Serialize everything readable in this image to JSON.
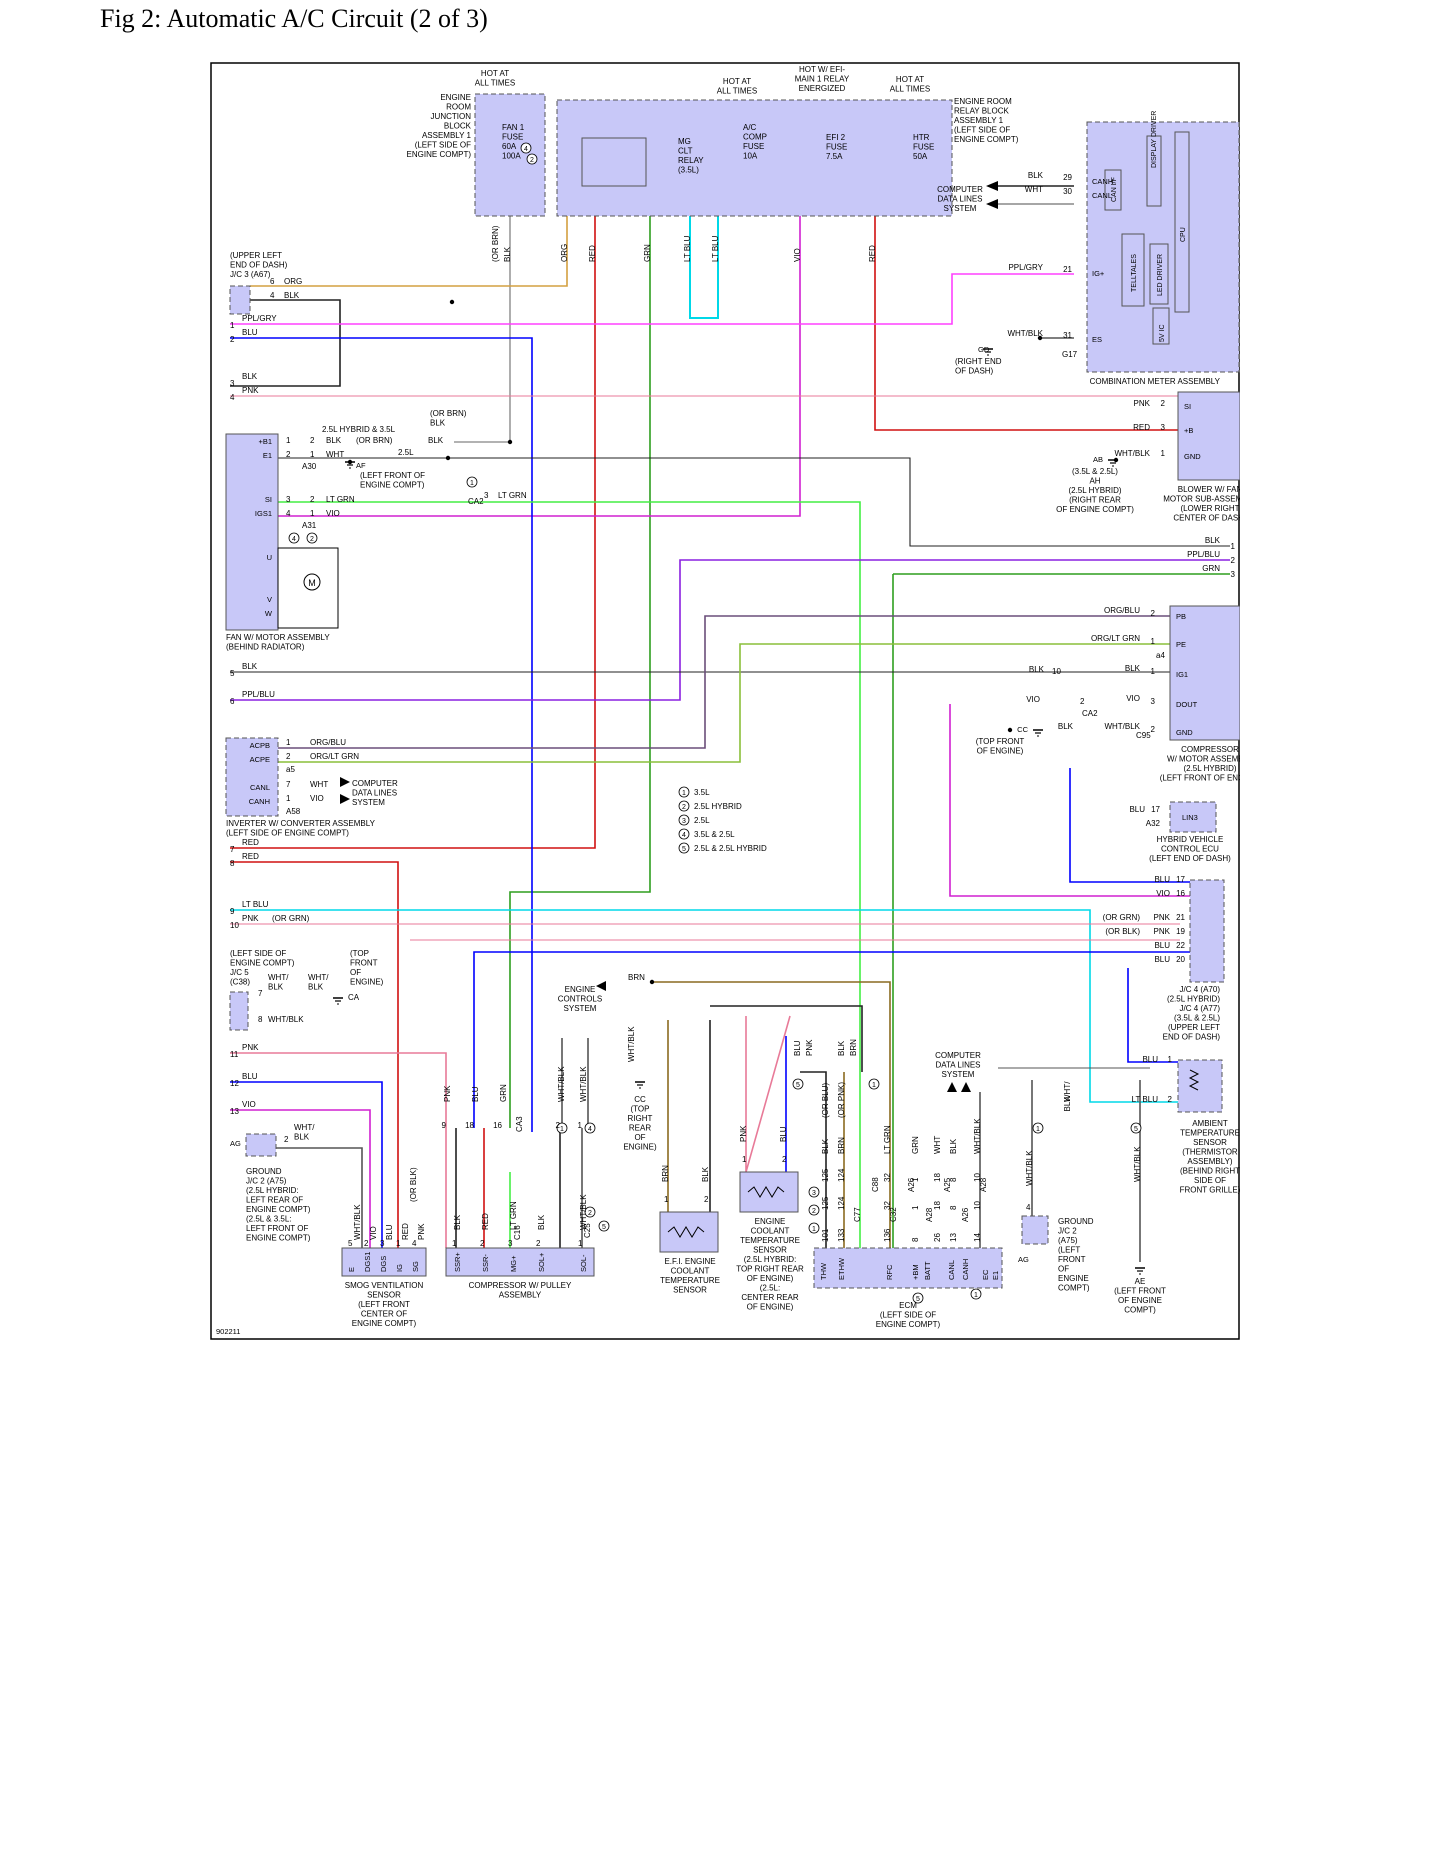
{
  "page_title": "Fig 2: Automatic A/C Circuit (2 of 3)",
  "diagram_id": "902211",
  "hot_labels": {
    "hot_all_times_left": [
      "HOT AT",
      "ALL TIMES"
    ],
    "hot_all_times_mid": [
      "HOT AT",
      "ALL TIMES"
    ],
    "hot_efi": [
      "HOT W/ EFI-",
      "MAIN 1 RELAY",
      "ENERGIZED"
    ],
    "hot_all_times_right": [
      "HOT AT",
      "ALL TIMES"
    ]
  },
  "junction_block": [
    "ENGINE",
    "ROOM",
    "JUNCTION",
    "BLOCK",
    "ASSEMBLY 1",
    "(LEFT SIDE OF",
    "ENGINE COMPT)"
  ],
  "relay_block": [
    "ENGINE ROOM",
    "RELAY BLOCK",
    "ASSEMBLY 1",
    "(LEFT SIDE OF",
    "ENGINE COMPT)"
  ],
  "fuses": {
    "fan1": [
      "FAN 1",
      "FUSE",
      "60A",
      "100A"
    ],
    "mg_relay": [
      "MG",
      "CLT",
      "RELAY",
      "(3.5L)"
    ],
    "ac_comp": [
      "A/C",
      "COMP",
      "FUSE",
      "10A"
    ],
    "efi2": [
      "EFI 2",
      "FUSE",
      "7.5A"
    ],
    "htr": [
      "HTR",
      "FUSE",
      "50A"
    ]
  },
  "wire_colors": {
    "ORG": "#d4a040",
    "RED": "#d01010",
    "GRN": "#2e9e1f",
    "LTBLU": "#00d8e8",
    "VIO": "#d020d0",
    "BLK": "#222222",
    "BLU": "#0000ff",
    "PPLGRY": "#ff40ff",
    "PNK": "#e87a98",
    "LTGRN": "#44ee44",
    "BRN": "#8a6a20",
    "ORGBLU": "#6a4e7a",
    "ORGLTGRN": "#8abf3a",
    "PPLBLU": "#8a20e0",
    "WHT": "#888888",
    "WHTBLK": "#555555",
    "GRAY": "#999999"
  },
  "top_wire_labels": [
    "(OR BRN)",
    "BLK",
    "ORG",
    "RED",
    "GRN",
    "LT BLU",
    "LT BLU",
    "VIO",
    "RED"
  ],
  "combination_meter": {
    "title": "COMBINATION METER ASSEMBLY",
    "blocks": [
      "DISPLAY DRIVER",
      "CAN I/F",
      "CPU",
      "TELLTALES",
      "LED DRIVER",
      "5V IC"
    ],
    "pins": [
      {
        "name": "CANH",
        "num": "29",
        "color": "BLK"
      },
      {
        "name": "CANL",
        "num": "30",
        "color": "WHT"
      },
      {
        "name": "IG+",
        "num": "21",
        "color": "PPL/GRY"
      },
      {
        "name": "ES",
        "num": "31",
        "color": "WHT/BLK"
      }
    ],
    "comp_data": [
      "COMPUTER",
      "DATA LINES",
      "SYSTEM"
    ],
    "ground": [
      "GD",
      "(RIGHT END",
      "OF DASH)"
    ],
    "g17": "G17"
  },
  "jc3": {
    "label": [
      "(UPPER LEFT",
      "END OF DASH)",
      "J/C 3 (A67)"
    ],
    "pins": [
      {
        "num": "6",
        "color": "ORG"
      },
      {
        "num": "4",
        "color": "BLK"
      }
    ]
  },
  "left_lines": [
    {
      "num": "1",
      "color": "PPL/GRY"
    },
    {
      "num": "2",
      "color": "BLU"
    },
    {
      "num": "3",
      "color": "BLK"
    },
    {
      "num": "4",
      "color": "PNK"
    },
    {
      "num": "5",
      "color": "BLK"
    },
    {
      "num": "6",
      "color": "PPL/BLU"
    },
    {
      "num": "7",
      "color": "RED"
    },
    {
      "num": "8",
      "color": "RED"
    },
    {
      "num": "9",
      "color": "LT BLU"
    },
    {
      "num": "10",
      "color": "PNK",
      "alt": "(OR GRN)"
    },
    {
      "num": "11",
      "color": "PNK"
    },
    {
      "num": "12",
      "color": "BLU"
    },
    {
      "num": "13",
      "color": "VIO"
    }
  ],
  "fan_motor": {
    "title": [
      "FAN W/ MOTOR ASSEMBLY",
      "(BEHIND RADIATOR)"
    ],
    "pins": [
      "+B1",
      "E1",
      "SI",
      "IGS1",
      "U",
      "V",
      "W"
    ],
    "a30": "A30",
    "a31": "A31",
    "af": [
      "AF",
      "(LEFT FRONT OF",
      "ENGINE COMPT)"
    ],
    "hybrid_note": "2.5L HYBRID & 3.5L",
    "wires": [
      "BLK",
      "(OR BRN)",
      "WHT",
      "2.5L",
      "LT GRN",
      "VIO"
    ],
    "or_brn_blk": [
      "(OR BRN)",
      "BLK"
    ],
    "ca2": "CA2",
    "ltgrn_3": "LT GRN"
  },
  "blower": {
    "title": [
      "BLOWER W/ FAN",
      "MOTOR SUB-ASSEMBLY",
      "(LOWER RIGHT",
      "CENTER OF DASH)"
    ],
    "pins": [
      {
        "name": "SI",
        "num": "2",
        "color": "PNK"
      },
      {
        "name": "+B",
        "num": "3",
        "color": "RED"
      },
      {
        "name": "GND",
        "num": "1",
        "color": "WHT/BLK"
      }
    ],
    "ground": [
      "AB",
      "(3.5L & 2.5L)",
      "AH",
      "(2.5L HYBRID)",
      "(RIGHT REAR",
      "OF ENGINE COMPT)"
    ]
  },
  "right_lines": [
    {
      "num": "1",
      "color": "BLK"
    },
    {
      "num": "2",
      "color": "PPL/BLU"
    },
    {
      "num": "3",
      "color": "GRN"
    }
  ],
  "compressor_motor": {
    "title": [
      "COMPRESSOR",
      "W/ MOTOR ASSEMBLY",
      "(2.5L HYBRID)",
      "(LEFT FRONT OF ENGINE)"
    ],
    "pins": [
      {
        "name": "PB",
        "num": "2",
        "color": "ORG/BLU"
      },
      {
        "name": "PE",
        "num": "1",
        "color": "ORG/LT GRN"
      },
      {
        "name": "IG1",
        "num": "1",
        "color": "BLK"
      },
      {
        "name": "DOUT",
        "num": "3",
        "color": "VIO"
      },
      {
        "name": "GND",
        "num": "2",
        "color": "WHT/BLK"
      }
    ],
    "a4": "a4",
    "c95": "C95",
    "ca2": "CA2",
    "cc": [
      "CC",
      "(TOP FRONT",
      "OF ENGINE)"
    ],
    "blk10": "10",
    "vio2": "2"
  },
  "inverter": {
    "title": [
      "INVERTER W/ CONVERTER ASSEMBLY",
      "(LEFT SIDE OF ENGINE COMPT)"
    ],
    "pins": [
      {
        "name": "ACPB",
        "num": "1",
        "color": "ORG/BLU"
      },
      {
        "name": "ACPE",
        "num": "2",
        "color": "ORG/LT GRN"
      },
      {
        "name": "CANL",
        "num": "7",
        "color": "WHT"
      },
      {
        "name": "CANH",
        "num": "1",
        "color": "VIO"
      }
    ],
    "a5": "a5",
    "a58": "A58",
    "comp_data": [
      "COMPUTER",
      "DATA LINES",
      "SYSTEM"
    ]
  },
  "legend": [
    {
      "n": "1",
      "text": "3.5L"
    },
    {
      "n": "2",
      "text": "2.5L HYBRID"
    },
    {
      "n": "3",
      "text": "2.5L"
    },
    {
      "n": "4",
      "text": "3.5L & 2.5L"
    },
    {
      "n": "5",
      "text": "2.5L & 2.5L HYBRID"
    }
  ],
  "hv_ecu": {
    "title": [
      "HYBRID VEHICLE",
      "CONTROL ECU",
      "(LEFT END OF DASH)"
    ],
    "pin": "LIN3",
    "num": "17",
    "color": "BLU",
    "a32": "A32"
  },
  "jc4": {
    "title": [
      "J/C 4 (A70)",
      "(2.5L HYBRID)",
      "J/C 4 (A77)",
      "(3.5L & 2.5L)",
      "(UPPER LEFT",
      "END OF DASH)"
    ],
    "pins": [
      {
        "num": "17",
        "color": "BLU"
      },
      {
        "num": "16",
        "color": "VIO"
      },
      {
        "num": "21",
        "color": "PNK",
        "alt": "(OR GRN)"
      },
      {
        "num": "19",
        "color": "PNK",
        "alt": "(OR BLK)"
      },
      {
        "num": "22",
        "color": "BLU"
      },
      {
        "num": "20",
        "color": "BLU"
      }
    ]
  },
  "jc5": {
    "label": [
      "(LEFT SIDE OF",
      "ENGINE COMPT)",
      "J/C 5",
      "(C38)"
    ],
    "top_front": [
      "(TOP",
      "FRONT",
      "OF",
      "ENGINE)"
    ],
    "wires": [
      "WHT/",
      "BLK",
      "WHT/",
      "BLK"
    ],
    "pin7": "7",
    "pin8": "8",
    "wb8": "WHT/BLK",
    "ca": "CA"
  },
  "ambient_sensor": {
    "title": [
      "AMBIENT",
      "TEMPERATURE",
      "SENSOR",
      "(THERMISTOR",
      "ASSEMBLY)",
      "(BEHIND RIGHT",
      "SIDE OF",
      "FRONT GRILLE)"
    ],
    "pins": [
      {
        "num": "1",
        "color": "BLU"
      },
      {
        "num": "2",
        "color": "LT BLU"
      }
    ]
  },
  "ground_jc2_left": {
    "title": [
      "GROUND",
      "J/C 2 (A75)",
      "(2.5L HYBRID:",
      "LEFT REAR OF",
      "ENGINE COMPT)",
      "(2.5L & 3.5L:",
      "LEFT FRONT OF",
      "ENGINE COMPT)"
    ],
    "ag": "AG",
    "num": "2",
    "wire": [
      "WHT/",
      "BLK"
    ]
  },
  "smog_sensor": {
    "title": [
      "SMOG VENTILATION",
      "SENSOR",
      "(LEFT FRONT",
      "CENTER OF",
      "ENGINE COMPT)"
    ],
    "pins": [
      "E",
      "DGS1",
      "DGS",
      "IG",
      "SG"
    ],
    "nums": [
      "5",
      "2",
      "3",
      "1",
      "4"
    ],
    "colors": [
      "WHT/BLK",
      "VIO",
      "BLU",
      "RED",
      "PNK"
    ],
    "alt": "(OR BLK)"
  },
  "compressor_pulley": {
    "title": [
      "COMPRESSOR W/ PULLEY",
      "ASSEMBLY"
    ],
    "pins": [
      "SSR+",
      "SSR-",
      "MG+",
      "SOL+",
      "SOL-"
    ],
    "nums": [
      "1",
      "2",
      "3",
      "2",
      "1"
    ],
    "colors": [
      "BLK",
      "RED",
      "LT GRN",
      "BLK",
      "WHT/BLK"
    ],
    "c16": "C16",
    "c25": "C25",
    "upper": [
      {
        "num": "9",
        "color": "PNK"
      },
      {
        "num": "18",
        "color": "BLU"
      },
      {
        "num": "16",
        "color": "GRN"
      },
      {
        "num": "2",
        "color": "WHT/BLK"
      },
      {
        "num": "1",
        "color": "WHT/BLK"
      }
    ],
    "ca3": "CA3"
  },
  "engine_controls": {
    "label": [
      "ENGINE",
      "CONTROLS",
      "SYSTEM"
    ],
    "brn": "BRN",
    "cc": [
      "CC",
      "(TOP",
      "RIGHT",
      "REAR",
      "OF",
      "ENGINE)"
    ],
    "whtblk": "WHT/BLK"
  },
  "efi_sensor": {
    "title": [
      "E.F.I. ENGINE",
      "COOLANT",
      "TEMPERATURE",
      "SENSOR"
    ],
    "pins": [
      {
        "num": "1",
        "color": "BRN"
      },
      {
        "num": "2",
        "color": "BLK"
      }
    ]
  },
  "engine_coolant": {
    "title": [
      "ENGINE",
      "COOLANT",
      "TEMPERATURE",
      "SENSOR",
      "(2.5L HYBRID:",
      "TOP RIGHT REAR",
      "OF ENGINE)",
      "(2.5L:",
      "CENTER REAR",
      "OF ENGINE)"
    ],
    "pins": [
      {
        "num": "1",
        "color": "PNK"
      },
      {
        "num": "2",
        "color": "BLU"
      }
    ],
    "top_wires": [
      "BLU",
      "PNK",
      "BLK",
      "BRN"
    ]
  },
  "ecm": {
    "title": [
      "ECM",
      "(LEFT SIDE OF",
      "ENGINE COMPT)"
    ],
    "pins": [
      "THW",
      "ETHW",
      "RFC",
      "+BM",
      "BATT",
      "CANL",
      "CANH",
      "EC",
      "E1"
    ],
    "cols": [
      {
        "a": "101",
        "b": "125",
        "c": "125",
        "color": "BLK",
        "alt": "(OR BLU)"
      },
      {
        "a": "133",
        "b": "124",
        "c": "124",
        "color": "BRN",
        "alt": "(OR PNK)"
      },
      {
        "a": "136",
        "b": "32",
        "c": "32",
        "color": "LT GRN"
      },
      {
        "a": "8",
        "b": "1",
        "c": "1",
        "color": "GRN"
      },
      {
        "a": "26",
        "b": "18",
        "c": "18",
        "color": "WHT"
      },
      {
        "a": "13",
        "b": "8",
        "c": "8",
        "color": "BLK"
      },
      {
        "a": "14",
        "b": "10",
        "c": "10",
        "color": "WHT/BLK"
      }
    ],
    "conns": [
      "C77",
      "C88",
      "C32",
      "A26",
      "A28",
      "A25",
      "A26",
      "A28"
    ],
    "comp_data": [
      "COMPUTER",
      "DATA LINES",
      "SYSTEM"
    ]
  },
  "ground_jc2_right": {
    "title": [
      "GROUND",
      "J/C 2",
      "(A75)",
      "(LEFT",
      "FRONT",
      "OF",
      "ENGINE",
      "COMPT)"
    ],
    "ag": "AG",
    "num": "4",
    "color": "WHT/BLK",
    "wire": [
      "WHT/",
      "BLK"
    ]
  },
  "ae_ground": {
    "title": [
      "AE",
      "(LEFT FRONT",
      "OF ENGINE",
      "COMPT)"
    ],
    "color": "WHT/BLK"
  }
}
